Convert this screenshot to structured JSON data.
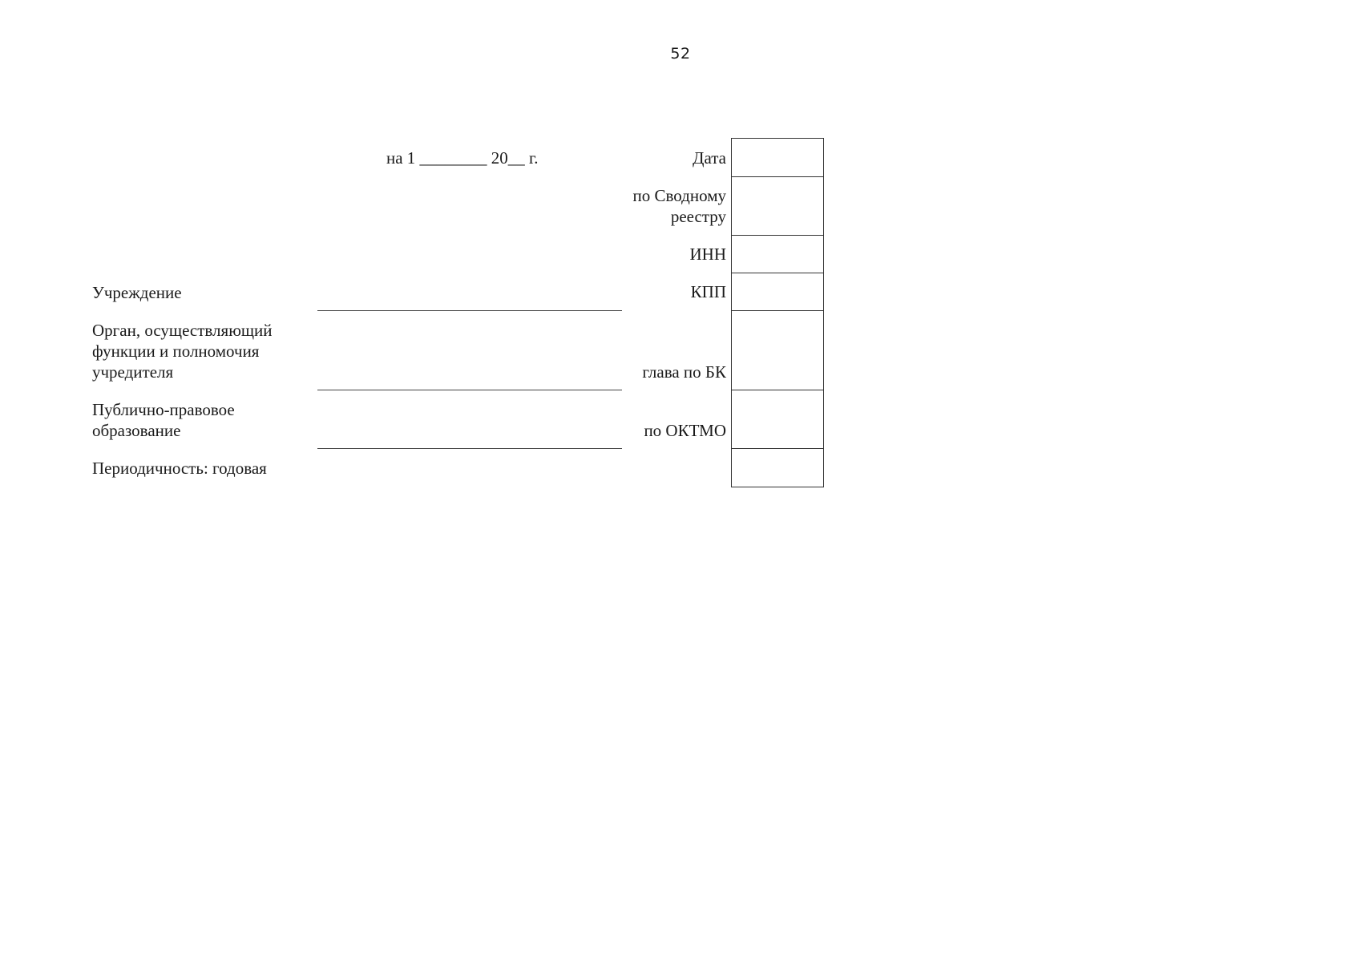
{
  "page": {
    "number": "52"
  },
  "header": {
    "date_line": "на 1 ________ 20__ г."
  },
  "labels": {
    "institution": "Учреждение",
    "founder_line1": "Орган, осуществляющий",
    "founder_line2": "функции и полномочия",
    "founder_line3": "учредителя",
    "municipality_line1": "Публично-правовое",
    "municipality_line2": "образование",
    "periodicity": "Периодичность: годовая"
  },
  "codes": {
    "date": "Дата",
    "registry_line1": "по Сводному",
    "registry_line2": "реестру",
    "inn": "ИНН",
    "kpp": "КПП",
    "chapter": "глава по БК",
    "oktmo": "по ОКТМО"
  },
  "code_values": {
    "date": "",
    "registry": "",
    "inn": "",
    "kpp": "",
    "chapter": "",
    "oktmo": "",
    "periodicity": ""
  }
}
